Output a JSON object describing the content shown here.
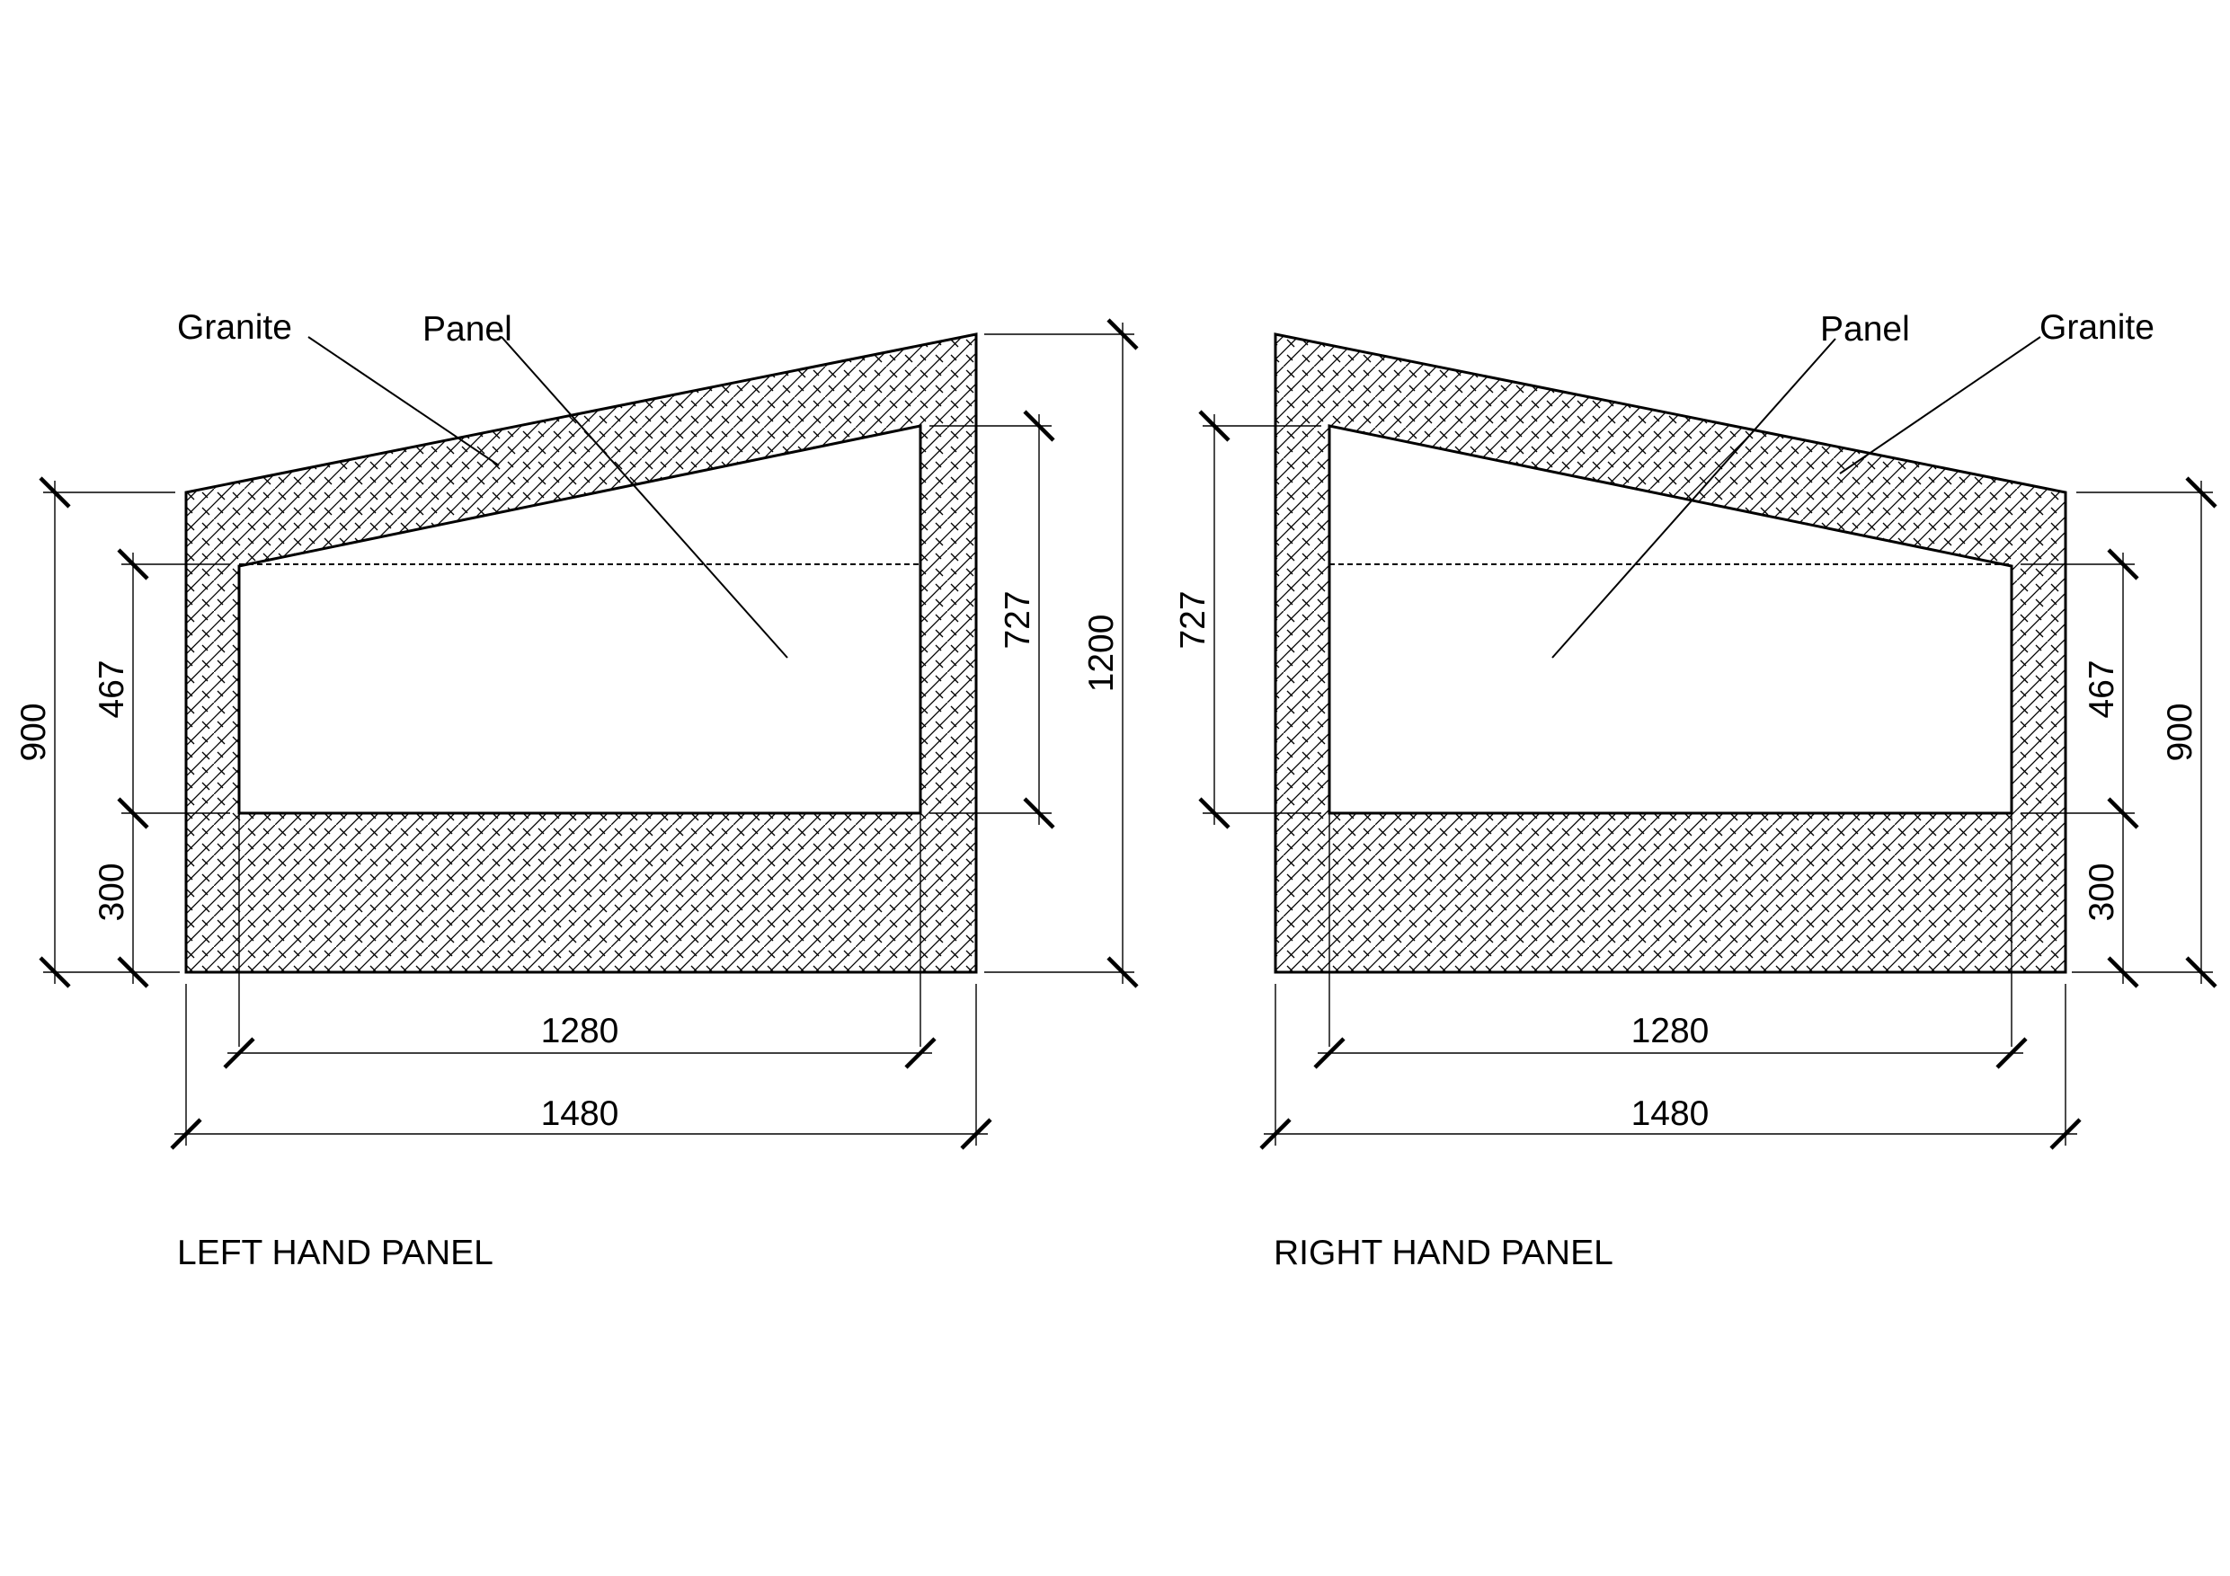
{
  "drawing": {
    "colors": {
      "line": "#000000",
      "background": "#ffffff"
    },
    "left_panel": {
      "title": "LEFT HAND PANEL",
      "labels": {
        "granite": "Granite",
        "panel": "Panel"
      },
      "dimensions": {
        "overall_width": "1480",
        "opening_width": "1280",
        "overall_height": "1200",
        "opening_height": "727",
        "low_side_height": "900",
        "opening_lower_height": "467",
        "base_height": "300"
      }
    },
    "right_panel": {
      "title": "RIGHT HAND PANEL",
      "labels": {
        "granite": "Granite",
        "panel": "Panel"
      },
      "dimensions": {
        "overall_width": "1480",
        "opening_width": "1280",
        "opening_height": "727",
        "low_side_height": "900",
        "opening_lower_height": "467",
        "base_height": "300"
      }
    }
  }
}
